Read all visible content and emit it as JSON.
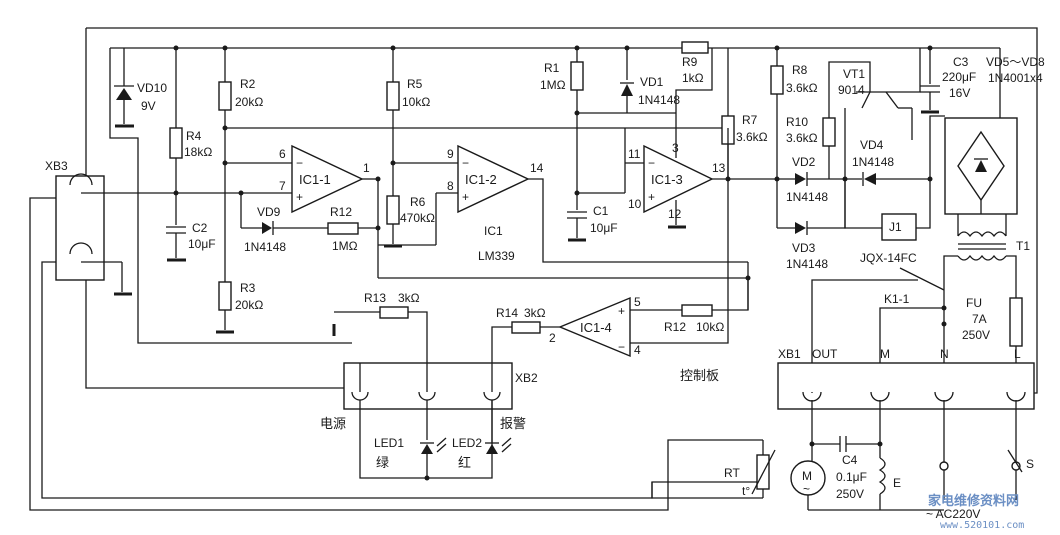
{
  "labels": {
    "xb3": "XB3",
    "vd10": "VD10",
    "vd10_v": "9V",
    "r4": "R4",
    "r4_v": "18kΩ",
    "r2": "R2",
    "r2_v": "20kΩ",
    "r3": "R3",
    "r3_v": "20kΩ",
    "c2": "C2",
    "c2_v": "10μF",
    "vd9": "VD9",
    "vd9_v": "1N4148",
    "r12a": "R12",
    "r12a_v": "1MΩ",
    "ic1_1": "IC1-1",
    "ic1_2": "IC1-2",
    "ic1_3": "IC1-3",
    "ic1_4": "IC1-4",
    "ic1": "IC1",
    "lm339": "LM339",
    "r5": "R5",
    "r5_v": "10kΩ",
    "r6": "R6",
    "r6_v": "470kΩ",
    "r1": "R1",
    "r1_v": "1MΩ",
    "vd1": "VD1",
    "vd1_v": "1N4148",
    "r9": "R9",
    "r9_v": "1kΩ",
    "r7": "R7",
    "r7_v": "3.6kΩ",
    "c1": "C1",
    "c1_v": "10μF",
    "r8": "R8",
    "r8_v": "3.6kΩ",
    "r10": "R10",
    "r10_v": "3.6kΩ",
    "vt1": "VT1",
    "vt1_v": "9014",
    "c3": "C3",
    "c3_v": "220μF",
    "c3_v2": "16V",
    "vd5_8": "VD5～VD8",
    "vd5_8_v": "1N4001x4",
    "vd4": "VD4",
    "vd4_v": "1N4148",
    "vd2": "VD2",
    "vd2_v": "1N4148",
    "vd3": "VD3",
    "vd3_v": "1N4148",
    "j1": "J1",
    "j1_v": "JQX-14FC",
    "t1": "T1",
    "k1_1": "K1-1",
    "fu": "FU",
    "fu_v": "7A",
    "fu_v2": "250V",
    "r13": "R13",
    "r13_v": "3kΩ",
    "r14": "R14",
    "r14_v": "3kΩ",
    "r12b": "R12",
    "r12b_v": "10kΩ",
    "xb2": "XB2",
    "ctrl_board": "控制板",
    "xb1": "XB1",
    "out": "OUT",
    "m": "M",
    "n": "N",
    "l": "L",
    "power": "电源",
    "alarm": "报警",
    "led1": "LED1",
    "led1_c": "绿",
    "led2": "LED2",
    "led2_c": "红",
    "rt": "RT",
    "rt_t": "t°",
    "motor": "M",
    "c4": "C4",
    "c4_v": "0.1μF",
    "c4_v2": "250V",
    "e": "E",
    "s": "S",
    "ac": "~ AC220V",
    "pin1": "1",
    "pin2": "2",
    "pin4": "4",
    "pin5": "5",
    "pin6": "6",
    "pin7": "7",
    "pin8": "8",
    "pin9": "9",
    "pin10": "10",
    "pin11": "11",
    "pin12": "12",
    "pin13": "13",
    "pin14": "14",
    "pin3": "3"
  },
  "watermark": {
    "text": "家电维修资料网",
    "url": "www.520101.com"
  }
}
